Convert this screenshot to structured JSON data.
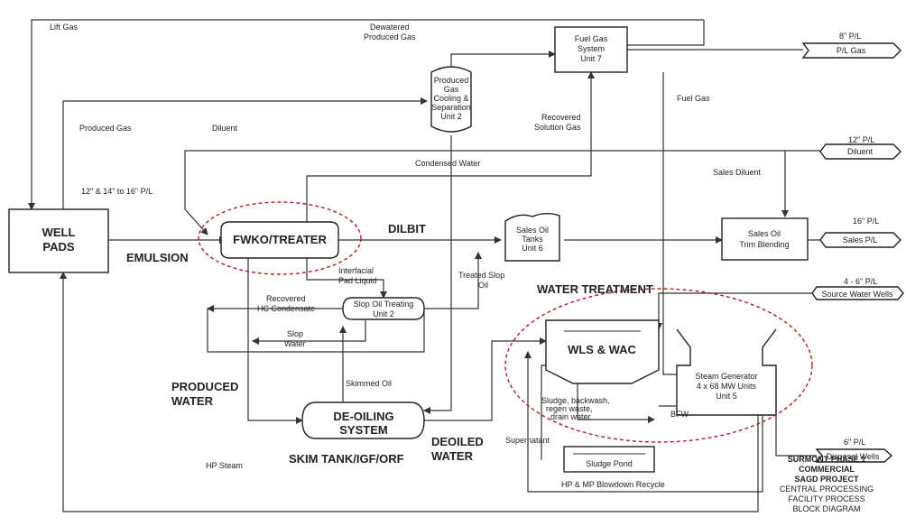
{
  "units": {
    "well_pads": [
      "WELL",
      "PADS"
    ],
    "fwko_treater": "FWKO/TREATER",
    "sales_oil_tanks": [
      "Sales Oil",
      "Tanks",
      "Unit 6"
    ],
    "sales_oil_trim_blending": [
      "Sales Oil",
      "Trim Blending"
    ],
    "fuel_gas_system": [
      "Fuel Gas",
      "System",
      "Unit 7"
    ],
    "produced_gas_unit": [
      "Produced",
      "Gas",
      "Cooling &",
      "Separation",
      "Unit 2"
    ],
    "slop_oil_treating": [
      "Slop Oil Treating",
      "Unit 2"
    ],
    "deoiling_system": [
      "DE-OILING",
      "SYSTEM"
    ],
    "wls_wac": "WLS & WAC",
    "steam_generator": [
      "Steam Generator",
      "4 x 68 MW Units",
      "Unit 5"
    ],
    "sludge_pond": "Sludge Pond"
  },
  "pipelines": {
    "pl_gas": [
      "8\" P/L",
      "P/L Gas"
    ],
    "diluent": [
      "12\" P/L",
      "Diluent"
    ],
    "sales": [
      "16\" P/L",
      "Sales P/L"
    ],
    "source_water": [
      "4 - 6\" P/L",
      "Source Water Wells"
    ],
    "disposal": [
      "6\" P/L",
      "Disposal Wells"
    ]
  },
  "streams": {
    "lift_gas": "Lift Gas",
    "dewatered_gas": [
      "Dewatered",
      "Produced Gas"
    ],
    "produced_gas": "Produced Gas",
    "diluent": "Diluent",
    "fuel_gas": "Fuel Gas",
    "recovered_solution_gas": [
      "Recovered",
      "Solution Gas"
    ],
    "condensed_water": "Condensed Water",
    "sales_diluent": "Sales Diluent",
    "pl_size": "12\" & 14\" to 16\" P/L",
    "emulsion": "EMULSION",
    "dilbit": "DILBIT",
    "interfacial": [
      "Interfacial",
      "Pad Liquid"
    ],
    "treated_slop": [
      "Treated Slop",
      "Oil"
    ],
    "recovered_hc": [
      "Recovered",
      "HC Condensate"
    ],
    "slop_water": [
      "Slop",
      "Water"
    ],
    "water_treatment": "WATER TREATMENT",
    "skimmed_oil": "Skimmed Oil",
    "produced_water": [
      "PRODUCED",
      "WATER"
    ],
    "skim_tank": "SKIM TANK/IGF/ORF",
    "deoiled_water": [
      "DEOILED",
      "WATER"
    ],
    "hp_steam": "HP Steam",
    "sludge": [
      "Sludge, backwash,",
      "regen waste,",
      "drain water"
    ],
    "bfw": "BFW",
    "supernatant": "Supernatant",
    "blowdown": "HP & MP Blowdown Recycle"
  },
  "title_block": [
    "SURMONT PHASE 1",
    "COMMERCIAL",
    "SAGD PROJECT",
    "CENTRAL PROCESSING",
    "FACILITY PROCESS",
    "BLOCK DIAGRAM"
  ]
}
